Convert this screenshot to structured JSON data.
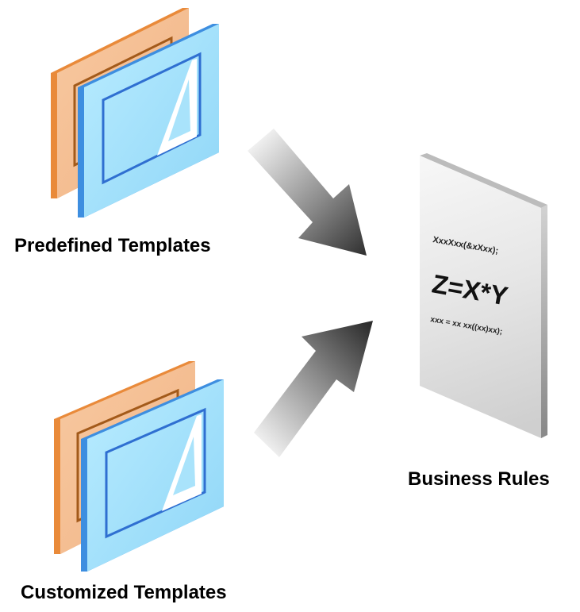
{
  "labels": {
    "predefined_templates": "Predefined Templates",
    "customized_templates": "Customized Templates",
    "business_rules": "Business Rules"
  },
  "document": {
    "line1": "XxxXxx(&xXxx);",
    "formula": "Z=X*Y",
    "line3": "xxx = xx xx((xx)xx);"
  },
  "colors": {
    "template_back": "#f0a05a",
    "template_front": "#a9e3fb",
    "template_frame": "#2f6fd1",
    "document_face": "#e3e3e3",
    "arrow_dark": "#3a3a3a",
    "arrow_light": "#e8e8e8"
  },
  "icons": [
    "template-stack-icon",
    "template-stack-icon",
    "document-icon",
    "arrow-icon",
    "arrow-icon"
  ]
}
